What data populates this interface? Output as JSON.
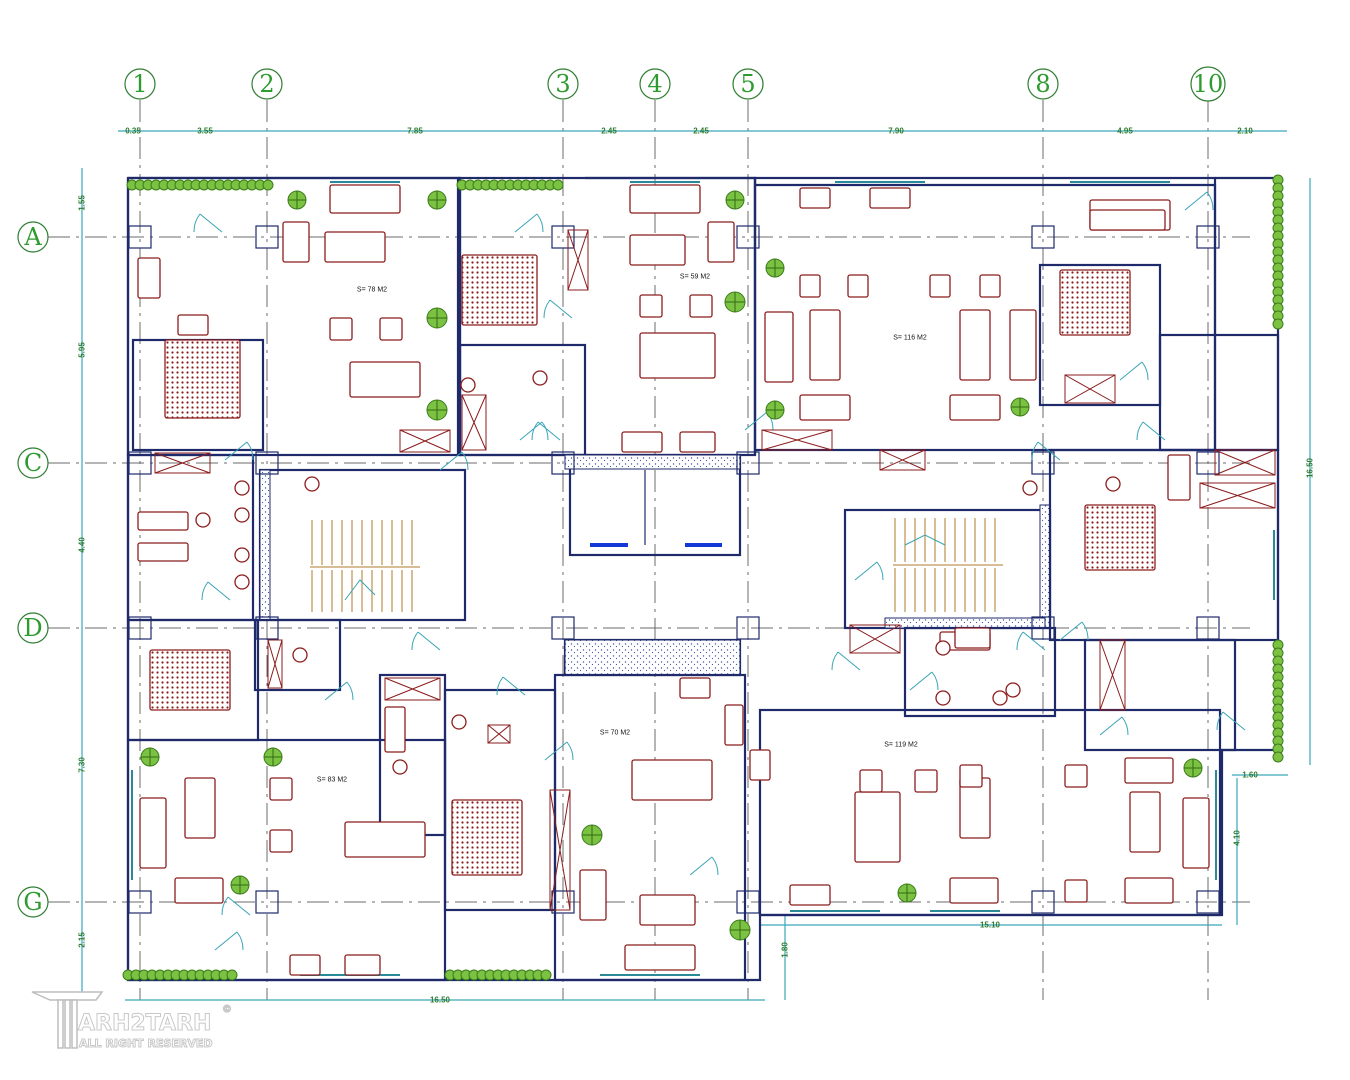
{
  "title": "Typical floor plan",
  "grid_columns": [
    "1",
    "2",
    "3",
    "4",
    "5",
    "8",
    "10"
  ],
  "grid_rows": [
    "A",
    "C",
    "D",
    "G"
  ],
  "dimensions": {
    "top": [
      "0.35",
      "3.55",
      "7.85",
      "2.45",
      "2.45",
      "7.90",
      "4.95",
      "2.10"
    ],
    "left": [
      "1.55",
      "5.95",
      "4.40",
      "7.30",
      "2.15"
    ],
    "right_overall": "16.50",
    "balcony_width": "1.60",
    "balcony_depth": "4.10",
    "bottom_step": "1.80",
    "bottom_right": "15.10",
    "bottom_left": "16.50"
  },
  "units": [
    {
      "label": "S= 78 M2"
    },
    {
      "label": "S= 59 M2"
    },
    {
      "label": "S= 116 M2"
    },
    {
      "label": "S= 83 M2"
    },
    {
      "label": "S= 70 M2"
    },
    {
      "label": "S= 119 M2"
    }
  ],
  "watermark": {
    "brand": "ARH2TARH",
    "tagline": "ALL RIGHT RESERVED",
    "symbol": "©"
  },
  "colors": {
    "walls": "#1f2a6b",
    "furniture": "#8b1c1c",
    "dimensions": "#3aa6b9",
    "text": "#2e7d32",
    "planting": "#7cc242"
  }
}
